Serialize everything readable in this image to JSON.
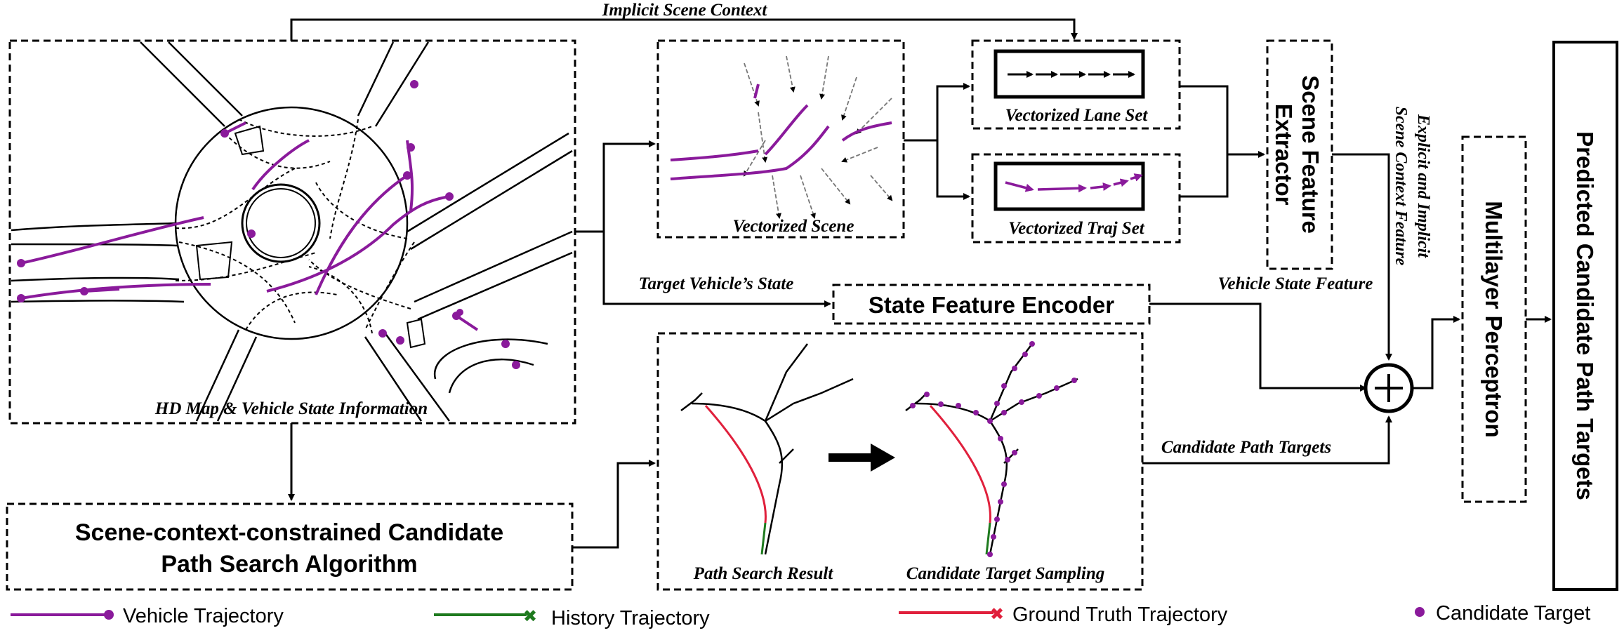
{
  "labels": {
    "implicit_context": "Implicit Scene Context",
    "hd_map": "HD Map & Vehicle State Information",
    "vectorized_scene": "Vectorized Scene",
    "lane_set": "Vectorized Lane Set",
    "traj_set": "Vectorized Traj Set",
    "scene_extractor_1": "Scene Feature",
    "scene_extractor_2": "Extractor",
    "explicit_1": "Explicit and Implicit",
    "explicit_2": "Scene Context Feature",
    "target_state": "Target Vehicle’s  State",
    "state_encoder": "State Feature Encoder",
    "vehicle_state_feature": "Vehicle State Feature",
    "candidate_path_targets": "Candidate Path Targets",
    "search_algo_1": "Scene-context-constrained Candidate",
    "search_algo_2": "Path Search Algorithm",
    "path_search_result": "Path Search Result",
    "candidate_sampling": "Candidate Target Sampling",
    "mlp": "Multilayer Perceptron",
    "predicted": "Predicted Candidate Path Targets",
    "plus": "+"
  },
  "legend": {
    "vehicle_traj": "Vehicle Trajectory",
    "history_traj": "History Trajectory",
    "gt_traj": "Ground Truth Trajectory",
    "candidate_target": "Candidate Target"
  },
  "colors": {
    "purple": "#8a1a9b",
    "green": "#1e7a1e",
    "red": "#e0203c",
    "black": "#000000"
  }
}
